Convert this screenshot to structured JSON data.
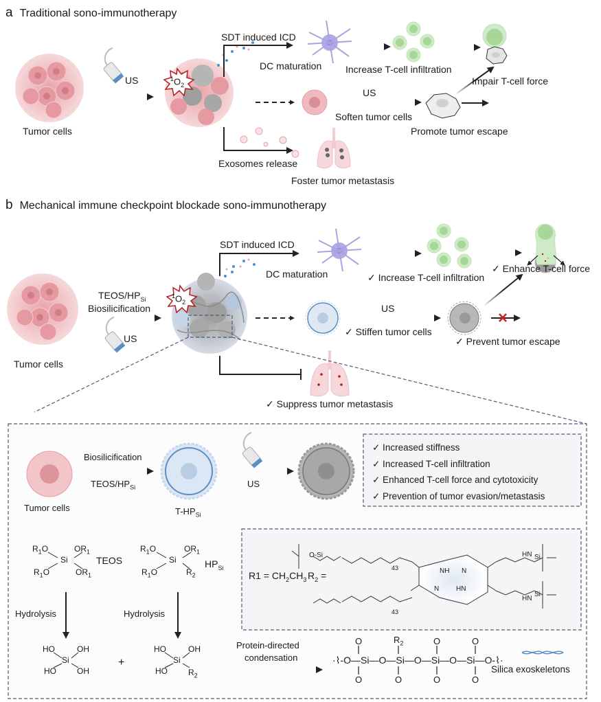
{
  "panel_a": {
    "letter": "a",
    "title": "Traditional sono-immunotherapy",
    "tumor_label": "Tumor cells",
    "us_label": "US",
    "ros_label": "1O2",
    "sdt_label": "SDT induced ICD",
    "dc_label": "DC maturation",
    "tcell_infiltration": "Increase T-cell infiltration",
    "impair_force": "Impair T-cell force",
    "us_mid": "US",
    "soften_label": "Soften tumor cells",
    "escape_label": "Promote tumor escape",
    "exosome_label": "Exosomes release",
    "metastasis_label": "Foster  tumor metastasis"
  },
  "panel_b": {
    "letter": "b",
    "title": "Mechanical immune checkpoint blockade sono-immunotherapy",
    "tumor_label": "Tumor cells",
    "teos_label": "TEOS/HP",
    "teos_sub": "Si",
    "biosilicification": "Biosilicification",
    "us_label": "US",
    "ros_label": "1O2",
    "sdt_label": "SDT induced ICD",
    "dc_label": "DC maturation",
    "tcell_infiltration": "✓ Increase T-cell infiltration",
    "enhance_force": "✓ Enhance T-cell force",
    "us_mid": "US",
    "stiffen_label": "✓ Stiffen tumor cells",
    "prevent_escape": "✓ Prevent tumor escape",
    "suppress_metastasis": "✓ Suppress tumor metastasis"
  },
  "detail": {
    "tumor_label": "Tumor cells",
    "biosilicification": "Biosilicification",
    "teos_label": "TEOS/HP",
    "teos_sub": "Si",
    "t_hp_label": "T-HP",
    "t_hp_sub": "Si",
    "us_label": "US",
    "benefits": [
      "✓ Increased stiffness",
      "✓ Increased T-cell infiltration",
      "✓ Enhanced T-cell force and cytotoxicity",
      "✓ Prevention of tumor evasion/metastasis"
    ],
    "teos_name": "TEOS",
    "hpsi_name": "HP",
    "hpsi_sub": "Si",
    "r1_def": "R1 = CH2CH3",
    "r2_def": "R2 =",
    "peg_repeat": "43",
    "hydrolysis_1": "Hydrolysis",
    "hydrolysis_2": "Hydrolysis",
    "plus": "+",
    "condensation_line1": "Protein-directed",
    "condensation_line2": "condensation",
    "silica_label": "Silica exoskeletons"
  },
  "colors": {
    "tumor_pink": "#e9a9ae",
    "gray_cell": "#a8a8a8",
    "dc_purple": "#a9a3e0",
    "tcell_green": "#bfe3b5",
    "silica_blue": "#5b8fc4",
    "ros_red": "#b01e23",
    "dashed_navy": "#4b5a7a",
    "cross_red": "#d21f26"
  }
}
